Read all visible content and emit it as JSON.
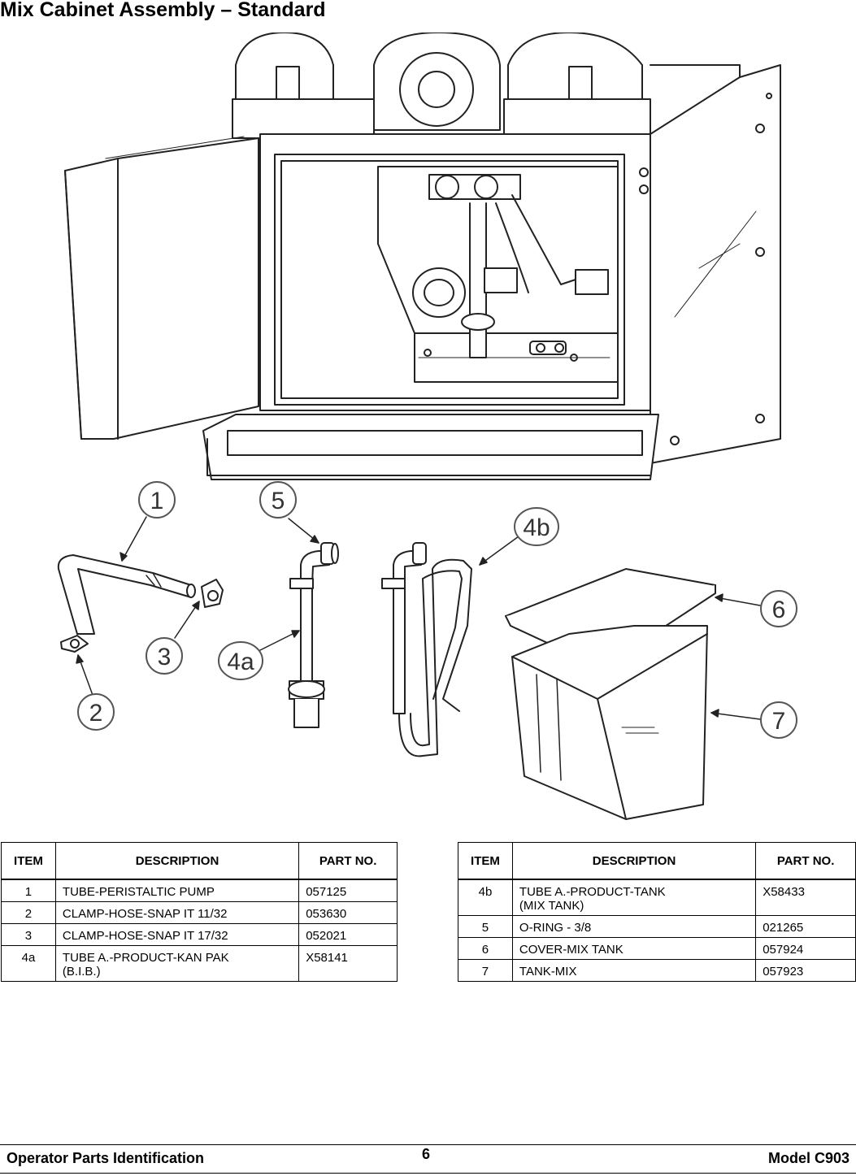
{
  "page_title": "Mix Cabinet Assembly – Standard",
  "callouts": [
    "1",
    "5",
    "4b",
    "3",
    "4a",
    "2",
    "6",
    "7"
  ],
  "tables": [
    {
      "headers": {
        "item": "ITEM",
        "description": "DESCRIPTION",
        "part_no": "PART NO."
      },
      "rows": [
        {
          "item": "1",
          "description": [
            "TUBE-PERISTALTIC PUMP"
          ],
          "part_no": "057125"
        },
        {
          "item": "2",
          "description": [
            "CLAMP-HOSE-SNAP IT 11/32"
          ],
          "part_no": "053630"
        },
        {
          "item": "3",
          "description": [
            "CLAMP-HOSE-SNAP IT 17/32"
          ],
          "part_no": "052021"
        },
        {
          "item": "4a",
          "description": [
            "TUBE A.-PRODUCT-KAN PAK",
            "(B.I.B.)"
          ],
          "part_no": "X58141"
        }
      ]
    },
    {
      "headers": {
        "item": "ITEM",
        "description": "DESCRIPTION",
        "part_no": "PART NO."
      },
      "rows": [
        {
          "item": "4b",
          "description": [
            "TUBE A.-PRODUCT-TANK",
            "(MIX TANK)"
          ],
          "part_no": "X58433"
        },
        {
          "item": "5",
          "description": [
            "O-RING - 3/8"
          ],
          "part_no": "021265"
        },
        {
          "item": "6",
          "description": [
            "COVER-MIX TANK"
          ],
          "part_no": "057924"
        },
        {
          "item": "7",
          "description": [
            "TANK-MIX"
          ],
          "part_no": "057923"
        }
      ]
    }
  ],
  "footer": {
    "left": "Operator Parts Identification",
    "page_number": "6",
    "right": "Model C903"
  }
}
